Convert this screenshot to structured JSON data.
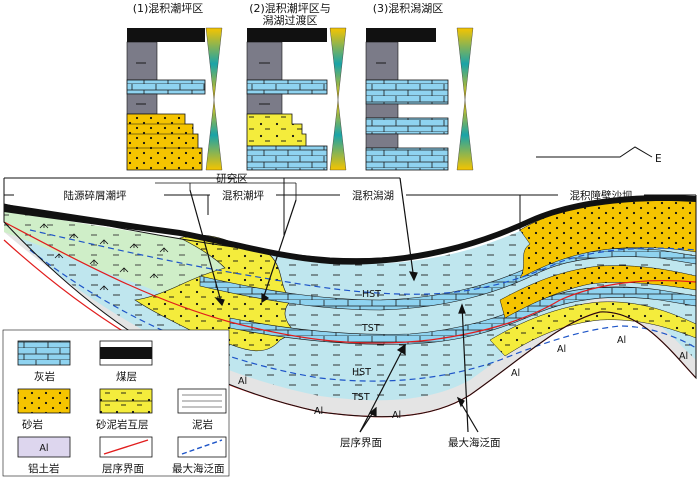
{
  "columns": [
    {
      "title": "(1)混积潮坪区",
      "title_line2": ""
    },
    {
      "title": "(2)混积潮坪区与",
      "title_line2": "潟湖过渡区"
    },
    {
      "title": "(3)混积潟湖区",
      "title_line2": ""
    }
  ],
  "compass_label": "E",
  "study_area_label": "研究区",
  "zones": [
    "陆源碎屑潮坪",
    "混积潮坪",
    "混积潟湖",
    "混积障壁沙坝"
  ],
  "unit_labels": {
    "hst": "HST",
    "tst": "TST",
    "al": "Al"
  },
  "callouts": {
    "sequence_boundary": "层序界面",
    "max_flooding": "最大海泛面"
  },
  "legend": [
    {
      "key": "limestone",
      "label": "灰岩"
    },
    {
      "key": "coal",
      "label": "煤层"
    },
    {
      "key": "sandstone",
      "label": "砂岩"
    },
    {
      "key": "interbed",
      "label": "砂泥岩互层"
    },
    {
      "key": "mudstone",
      "label": "泥岩"
    },
    {
      "key": "bauxite",
      "label": "铝土岩"
    },
    {
      "key": "seq_boundary",
      "label": "层序界面"
    },
    {
      "key": "mfs",
      "label": "最大海泛面"
    }
  ],
  "colors": {
    "limestone": "#8fd3f0",
    "lagoon": "#bfe6ee",
    "green": "#cfeec8",
    "coal": "#111111",
    "sand": "#f5c400",
    "interbed": "#f4ec3c",
    "mud": "#7b7b88",
    "bauxite": "#ddd6ee",
    "al_band": "#e4e4e4",
    "boundary": "#e11d1d",
    "mfs": "#1e55c8"
  }
}
